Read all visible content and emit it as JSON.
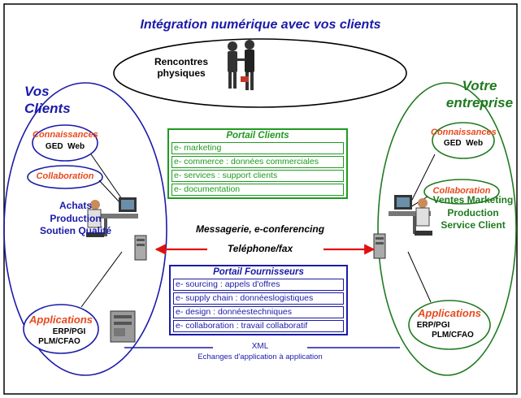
{
  "title": "Intégration numérique avec vos clients",
  "rencontres": "Rencontres physiques",
  "left": {
    "heading": "Vos Clients",
    "connaissances": {
      "title": "Connaissances",
      "sub": "GED  Web"
    },
    "collaboration": "Collaboration",
    "roles": "Achats Production Soutien Qualité",
    "applications": {
      "title": "Applications",
      "line1": "ERP/PGI",
      "line2": "PLM/CFAO"
    }
  },
  "right": {
    "heading": "Votre entreprise",
    "connaissances": {
      "title": "Connaissances",
      "sub": "GED  Web"
    },
    "collaboration": "Collaboration",
    "roles": "Ventes Marketing Production Service Client",
    "applications": {
      "title": "Applications",
      "line1": "ERP/PGI",
      "line2": "PLM/CFAO"
    }
  },
  "portail_clients": {
    "title": "Portail Clients",
    "items": [
      "e- marketing",
      "e- commerce : données commerciales",
      "e- services : support clients",
      "e- documentation"
    ]
  },
  "messagerie": "Messagerie, e-conferencing",
  "telephone": "Teléphone/fax",
  "portail_fournisseurs": {
    "title": "Portail Fournisseurs",
    "items": [
      "e- sourcing : appels d'offres",
      "e- supply chain : donnéeslogistiques",
      "e- design : donnéestechniques",
      "e- collaboration : travail collaboratif"
    ]
  },
  "xml": "XML",
  "xml_sub": "Echanges d'application à application",
  "colors": {
    "blue": "#1a1aa8",
    "green": "#1f7a1f",
    "orange": "#e8491d",
    "red": "#e01010"
  }
}
